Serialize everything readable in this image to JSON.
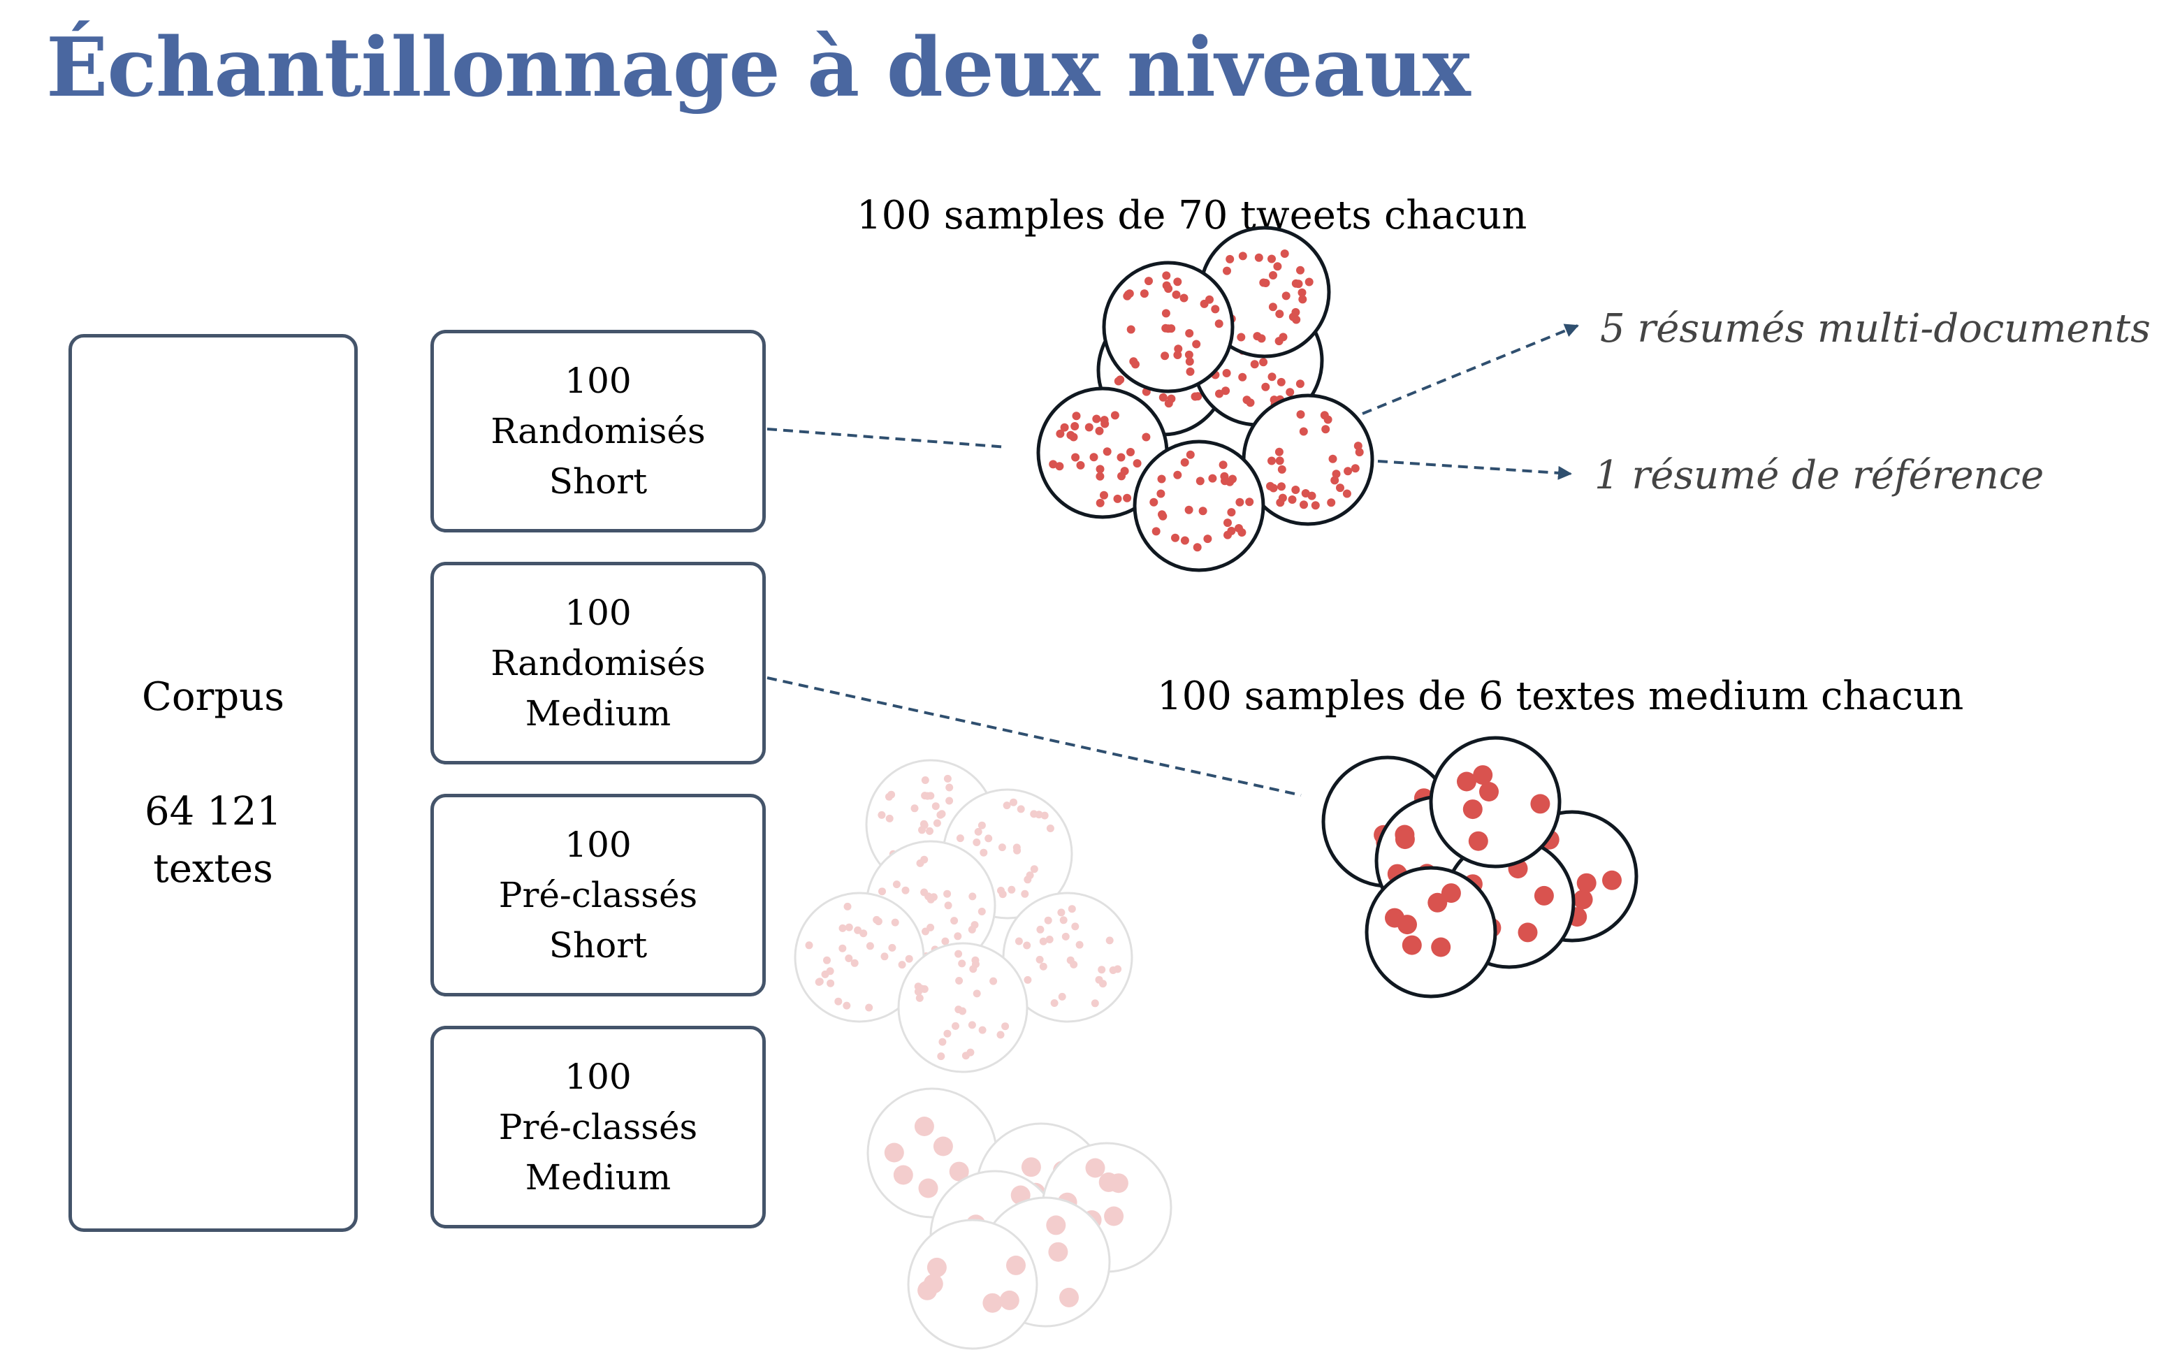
{
  "title": "Échantillonnage à deux niveaux",
  "corpus": {
    "name": "Corpus",
    "count": "64 121",
    "unit": "textes"
  },
  "sample_boxes": [
    {
      "count": "100",
      "method": "Randomisés",
      "length": "Short"
    },
    {
      "count": "100",
      "method": "Randomisés",
      "length": "Medium"
    },
    {
      "count": "100",
      "method": "Pré-classés",
      "length": "Short"
    },
    {
      "count": "100",
      "method": "Pré-classés",
      "length": "Medium"
    }
  ],
  "tweets_samples_label": "100 samples de  70 tweets chacun",
  "medium_samples_label": "100 samples de 6 textes medium chacun",
  "outputs": {
    "multi_doc": "5 résumés multi-documents",
    "reference": "1 résumé de référence"
  },
  "colors": {
    "title": "#4A67A0",
    "box_border": "#44546A",
    "dots": "#D9534F",
    "faded_dots": "#F3CDCD",
    "faded_outline": "#E0E0E0",
    "connector": "#2F4F6F"
  },
  "icons": {
    "tweets_cluster": "circle-cluster-small-dots",
    "medium_cluster": "circle-cluster-large-dots",
    "faded_clusters": "faded-circle-clusters"
  }
}
